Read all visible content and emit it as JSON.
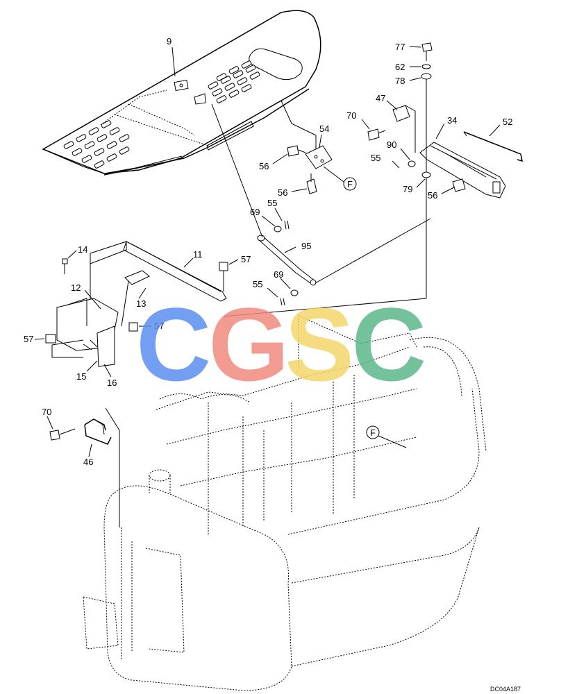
{
  "labels": [
    {
      "id": "9",
      "text": "9"
    },
    {
      "id": "77",
      "text": "77"
    },
    {
      "id": "62",
      "text": "62"
    },
    {
      "id": "78",
      "text": "78"
    },
    {
      "id": "47",
      "text": "47"
    },
    {
      "id": "70a",
      "text": "70"
    },
    {
      "id": "34",
      "text": "34"
    },
    {
      "id": "52",
      "text": "52"
    },
    {
      "id": "54",
      "text": "54"
    },
    {
      "id": "90",
      "text": "90"
    },
    {
      "id": "55a",
      "text": "55"
    },
    {
      "id": "56a",
      "text": "56"
    },
    {
      "id": "56b",
      "text": "56"
    },
    {
      "id": "79",
      "text": "79"
    },
    {
      "id": "56c",
      "text": "56"
    },
    {
      "id": "69a",
      "text": "69"
    },
    {
      "id": "55b",
      "text": "55"
    },
    {
      "id": "95",
      "text": "95"
    },
    {
      "id": "14",
      "text": "14"
    },
    {
      "id": "11",
      "text": "11"
    },
    {
      "id": "57a",
      "text": "57"
    },
    {
      "id": "69b",
      "text": "69"
    },
    {
      "id": "12",
      "text": "12"
    },
    {
      "id": "13",
      "text": "13"
    },
    {
      "id": "55c",
      "text": "55"
    },
    {
      "id": "57b",
      "text": "57"
    },
    {
      "id": "57c",
      "text": "57"
    },
    {
      "id": "15",
      "text": "15"
    },
    {
      "id": "16",
      "text": "16"
    },
    {
      "id": "70b",
      "text": "70"
    },
    {
      "id": "46",
      "text": "46"
    }
  ],
  "reference_markers": [
    {
      "id": "F1",
      "text": "F"
    },
    {
      "id": "F2",
      "text": "F"
    }
  ],
  "watermark": {
    "letters": [
      {
        "char": "C",
        "color": "#5b8ff0"
      },
      {
        "char": "G",
        "color": "#f08a7e"
      },
      {
        "char": "S",
        "color": "#f5d66a"
      },
      {
        "char": "C",
        "color": "#5cb88a"
      }
    ]
  },
  "doc_code": "DC04A187"
}
